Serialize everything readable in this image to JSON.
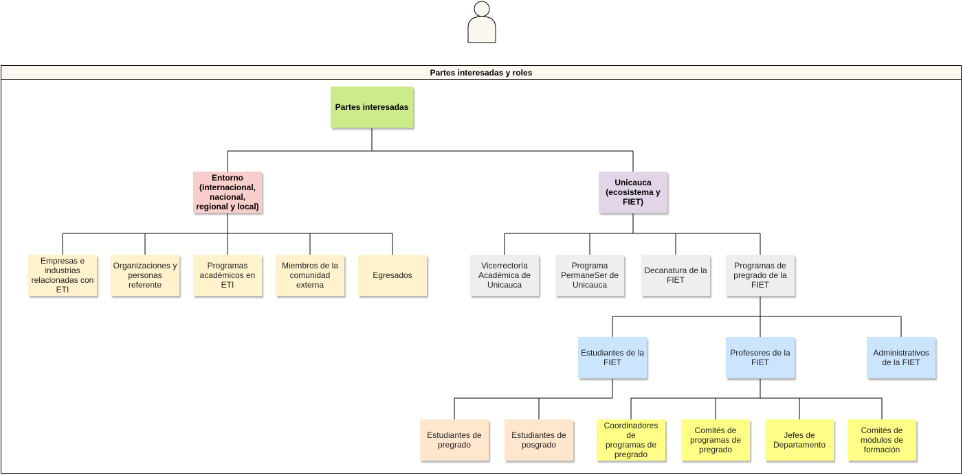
{
  "diagram": {
    "pool_title": "Partes interesadas y roles",
    "colors": {
      "root": "#cdeb8b",
      "entorno": "#f8cecc",
      "unicauca": "#e1d5e7",
      "entorno_children": "#fff2cc",
      "unicauca_children": "#eeeeee",
      "programas_children": "#cce5ff",
      "estudiantes_children": "#ffe6cc",
      "profesores_children": "#ffff88",
      "actor_fill": "#fbf8ef"
    },
    "nodes": {
      "root": "Partes interesadas",
      "entorno": "Entorno\n(internacional,\nnacional,\nregional y local)",
      "unicauca": "Unicauca\n(ecosistema y\nFIET)",
      "empresas": "Empresas e\nindustrias\nrelacionadas con\nETI",
      "organizaciones": "Organizaciones y\npersonas\nreferente",
      "programas_academicos": "Programas\nacadémicos en\nETI",
      "miembros": "Miembros de la\ncomunidad\nexterna",
      "egresados": "Egresados",
      "vicerrectoria": "Vicerrectoría\nAcadémica de\nUnicauca",
      "permaneser": "Programa\nPermaneSer de\nUnicauca",
      "decanatura": "Decanatura de la\nFIET",
      "programas_pregrado": "Programas de\npregrado de la\nFIET",
      "estudiantes_fiet": "Estudiantes de la\nFIET",
      "profesores_fiet": "Profesores de la\nFIET",
      "administrativos": "Administrativos\nde la FIET",
      "est_pregrado": "Estudiantes de\npregrado",
      "est_posgrado": "Estudiantes de\nposgrado",
      "coordinadores": "Coordinadores de\nprogramas de\npregrado",
      "comites_programas": "Comités de\nprogramas de\npregrado",
      "jefes": "Jefes de\nDepartamento",
      "comites_modulos": "Comités de\nmódulos de\nformación"
    }
  }
}
